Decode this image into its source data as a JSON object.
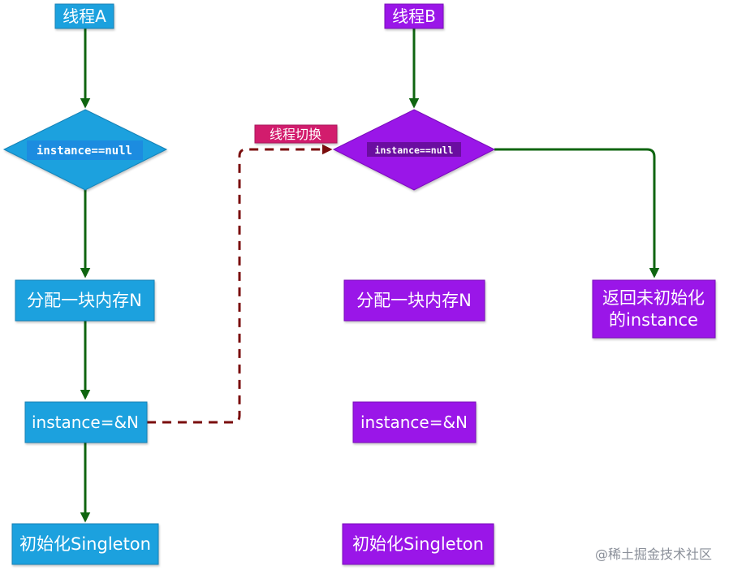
{
  "colors": {
    "thread_a": "#1aa1de",
    "thread_b": "#9a12e8",
    "arrow_green": "#0f6510",
    "arrow_dashed": "#7a0d0d",
    "switch_badge": "#d21f6d",
    "text_light": "#ffffff",
    "watermark": "#8a8f99"
  },
  "thread_a": {
    "title": "线程A",
    "condition": "instance==null",
    "alloc": "分配一块内存N",
    "assign": "instance=&N",
    "init": "初始化Singleton"
  },
  "thread_b": {
    "title": "线程B",
    "condition": "instance==null",
    "alloc": "分配一块内存N",
    "assign": "instance=&N",
    "init": "初始化Singleton",
    "return_line1": "返回未初始化",
    "return_line2": "的instance"
  },
  "switch_label": "线程切换",
  "watermark": "@稀土掘金技术社区"
}
